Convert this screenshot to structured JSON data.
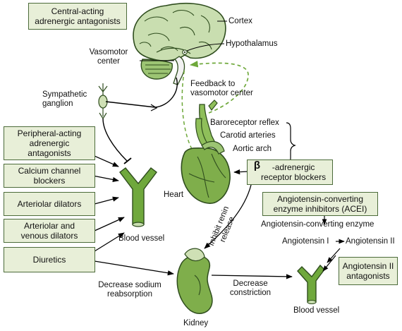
{
  "colors": {
    "box_fill": "#e8efd8",
    "box_border": "#4c6b3a",
    "organ_green": "#7fae4b",
    "organ_dark": "#2f4d1e",
    "vessel_green": "#6fa83c",
    "feedback_dashed": "#6ea83a",
    "arrow": "#000000"
  },
  "drug_classes": {
    "central": "Central-acting\nadrenergic antagonists",
    "peripheral": "Peripheral-acting\nadrenergic\nantagonists",
    "ccb": "Calcium channel\nblockers",
    "arteriolar": "Arteriolar dilators",
    "arteriolar_venous": "Arteriolar and\nvenous dilators",
    "diuretics": "Diuretics",
    "beta_prefix": "β",
    "beta_text": "-adrenergic\nreceptor blockers",
    "acei": "Angiotensin-converting\nenzyme inhibitors (ACEI)",
    "arb": "Angiotensin II\nantagonists"
  },
  "labels": {
    "cortex": "Cortex",
    "hypothalamus": "Hypothalamus",
    "vasomotor": "Vasomotor\ncenter",
    "feedback": "Feedback to\nvasomotor center",
    "ganglion": "Sympathetic\nganglion",
    "baroreceptor": "Baroreceptor reflex",
    "carotid": "Carotid arteries",
    "aortic": "Aortic arch",
    "heart": "Heart",
    "blood_vessel_left": "Blood vessel",
    "inhibit_renin": "Inhibit renin\nrelease",
    "ace_enzyme": "Angiotensin-converting enzyme",
    "angiotensin_1": "Angiotensin I",
    "angiotensin_2": "Angiotensin II",
    "decrease_sodium": "Decrease sodium\nreabsorption",
    "decrease_constriction": "Decrease\nconstriction",
    "kidney": "Kidney",
    "blood_vessel_right": "Blood vessel"
  }
}
